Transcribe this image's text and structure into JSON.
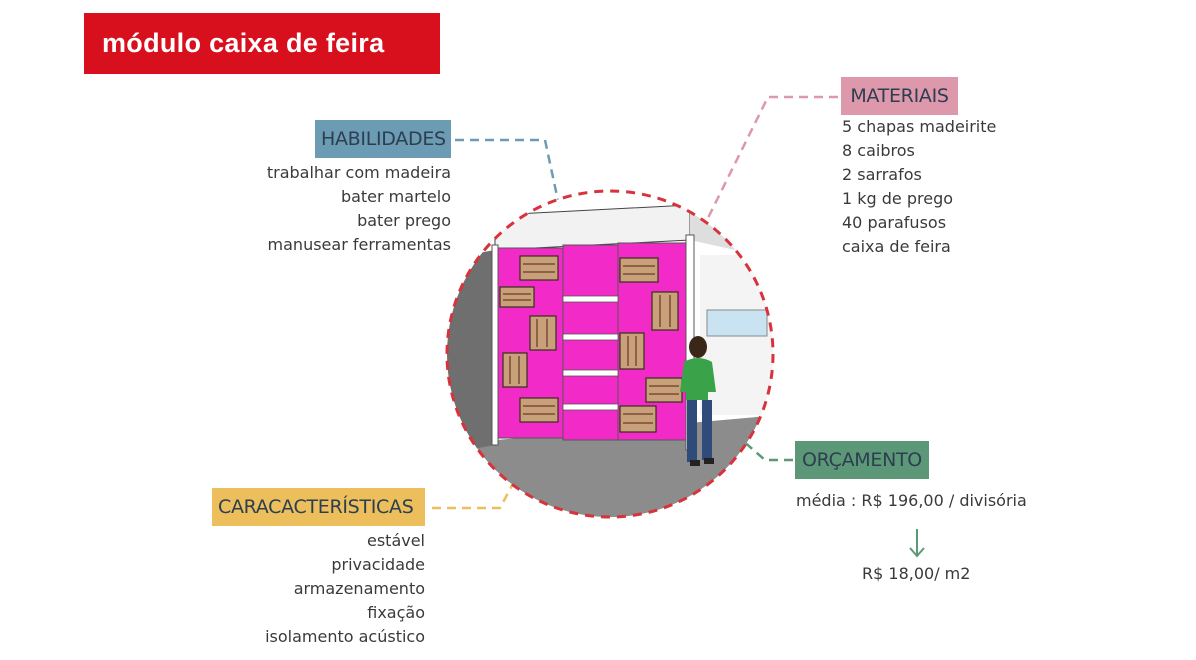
{
  "title": "módulo caixa de feira",
  "habilidades": {
    "label": "HABILIDADES",
    "items": [
      "trabalhar com madeira",
      "bater martelo",
      "bater prego",
      "manusear ferramentas"
    ]
  },
  "materiais": {
    "label": "MATERIAIS",
    "items": [
      "5 chapas madeirite",
      "8 caibros",
      "2 sarrafos",
      "1 kg de prego",
      "40 parafusos",
      "caixa de feira"
    ]
  },
  "caracteristicas": {
    "label": "CARACACTERÍSTICAS",
    "items": [
      "estável",
      "privacidade",
      "armazenamento",
      "fixação",
      "isolamento acústico"
    ]
  },
  "orcamento": {
    "label": "ORÇAMENTO",
    "media": "média : R$ 196,00 / divisória",
    "m2": "R$ 18,00/ m2"
  },
  "colors": {
    "title_bg": "#d8101d",
    "habilidades": "#6c9bb4",
    "materiais": "#dd98ac",
    "caracteristicas": "#ecbf5c",
    "orcamento": "#5c9877",
    "circle_dash": "#d8323c",
    "panel_magenta": "#f22bc8"
  }
}
